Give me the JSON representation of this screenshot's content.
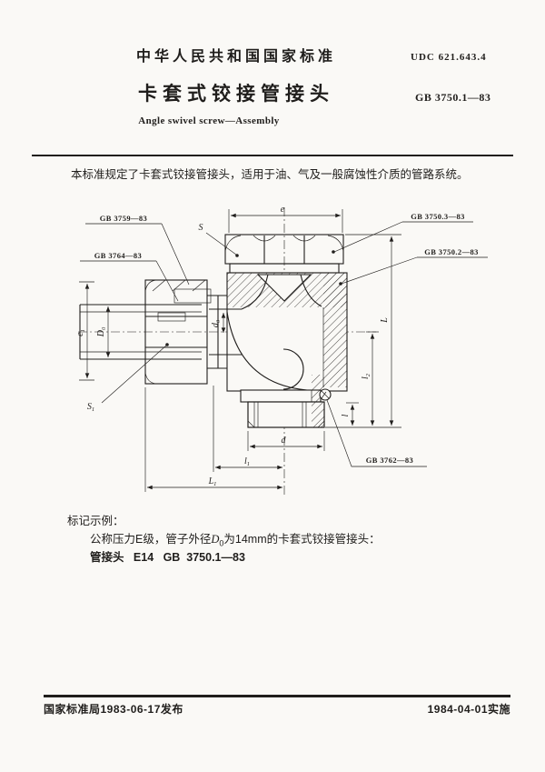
{
  "colors": {
    "ink": "#201e1c",
    "paper": "#faf9f6"
  },
  "header": {
    "org": "中华人民共和国国家标准",
    "udc": "UDC 621.643.4",
    "title_cn": "卡套式铰接管接头",
    "code": "GB 3750.1—83",
    "title_en": "Angle swivel screw—Assembly"
  },
  "scope": "本标准规定了卡套式铰接管接头，适用于油、气及一般腐蚀性介质的管路系统。",
  "drawing": {
    "refs": {
      "gb3759": "GB 3759—83",
      "gb3764": "GB 3764—83",
      "gb3750_3": "GB 3750.3—83",
      "gb3750_2": "GB 3750.2—83",
      "gb3762": "GB 3762—83"
    },
    "dims": {
      "e": "e",
      "S": "S",
      "S1b": "S",
      "S1s": "1",
      "e1b": "e",
      "e1s": "1",
      "D0b": "D",
      "D0s": "0",
      "d0b": "d",
      "d0s": "0",
      "L": "L",
      "l2b": "l",
      "l2s": "2",
      "l": "l",
      "d": "d",
      "l1b": "l",
      "l1s": "1",
      "L1b": "L",
      "L1s": "1"
    }
  },
  "marking": {
    "heading": "标记示例：",
    "line1_prefix": "公称压力E级，管子外径",
    "line1_sym": "D",
    "line1_sub": "0",
    "line1_suffix": "为14mm的卡套式铰接管接头：",
    "line2": "管接头   E14   GB  3750.1—83"
  },
  "footer": {
    "issued": "国家标准局1983-06-17发布",
    "effective": "1984-04-01实施"
  }
}
